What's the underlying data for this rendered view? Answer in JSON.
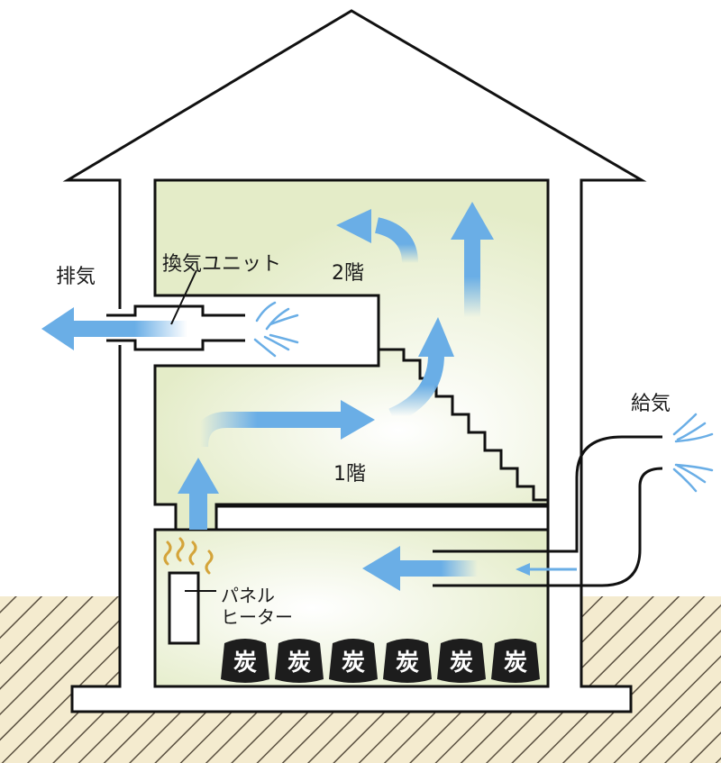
{
  "labels": {
    "exhaust": "排気",
    "ventilation_unit": "換気ユニット",
    "floor2": "2階",
    "floor1": "1階",
    "supply": "給気",
    "panel_heater_line1": "パネル",
    "panel_heater_line2": "ヒーター"
  },
  "charcoal": {
    "label": "炭",
    "count": 6
  },
  "colors": {
    "wall": "#ffffff",
    "wall_stroke": "#111111",
    "room_fill": "#e4ecc8",
    "room_glow": "#ffffff",
    "airflow": "#6aaee6",
    "heat_waves": "#d4a43a",
    "charcoal_bag": "#1d1d1d",
    "ground_hatch": "#5a5040",
    "ground_fill": "#f4ebcf"
  }
}
